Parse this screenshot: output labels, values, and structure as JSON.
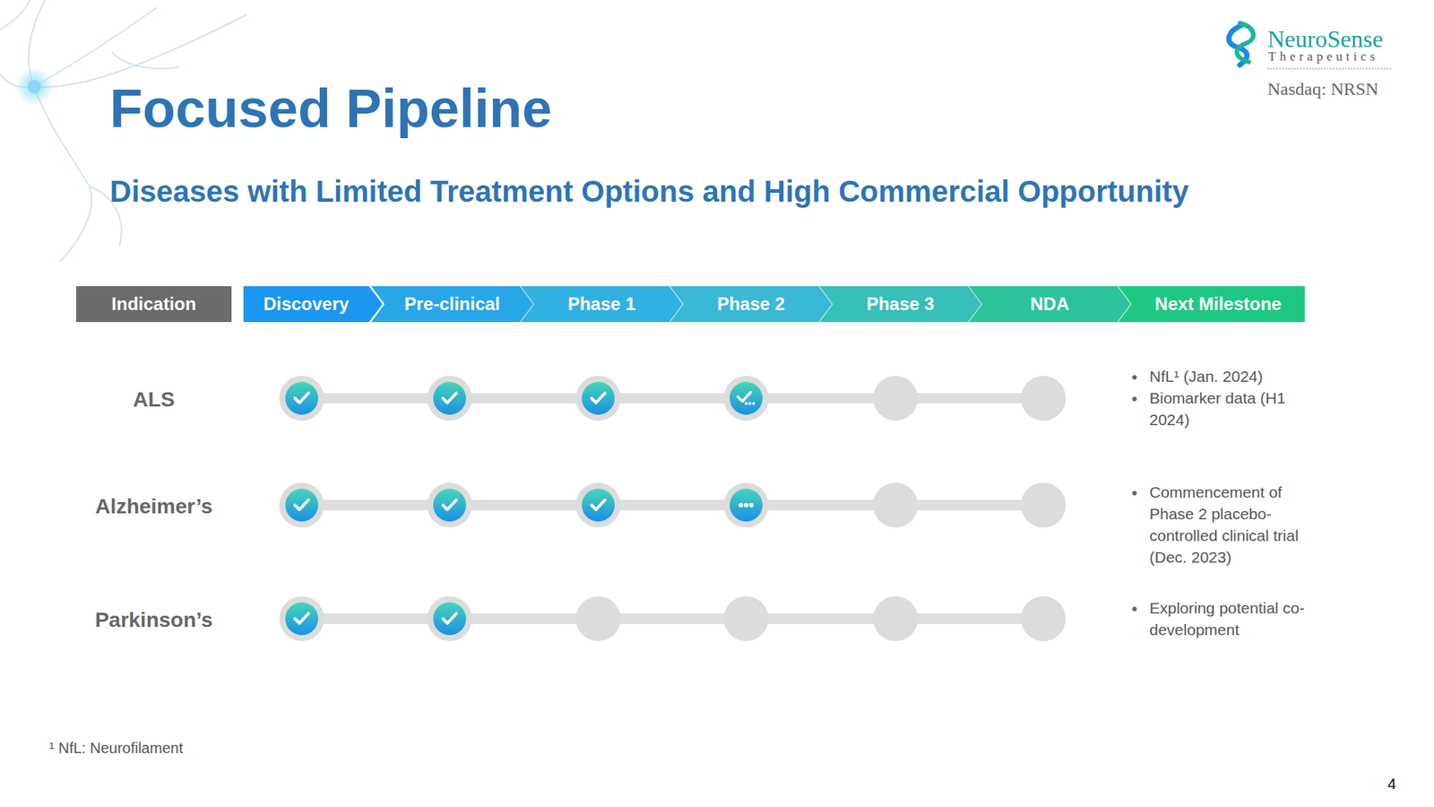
{
  "diagram": {
    "title": "Focused Pipeline",
    "nodes": [
      {
        "text": [
          "Indication"
        ]
      },
      {
        "text": [
          "Discovery"
        ]
      },
      {
        "text": [
          "Pre-clinical"
        ]
      },
      {
        "text": [
          "Phase 1"
        ]
      },
      {
        "text": [
          "Phase 2"
        ]
      },
      {
        "text": [
          "Phase 3"
        ]
      },
      {
        "text": [
          "NDA"
        ]
      },
      {
        "text": [
          "Next Milestone"
        ]
      }
    ],
    "labels": [
      "Diseases with Limited Treatment Options and High Commercial Opportunity",
      "ALS",
      "Alzheimer’s",
      "Parkinson’s",
      "NfL¹ (Jan. 2024)",
      "Biomarker data (H1 2024)",
      "Commencement of Phase 2 placebo-controlled clinical trial (Dec. 2023)",
      "Exploring potential co-development",
      "¹ NfL: Neurofilament",
      "NeuroSense",
      "Therapeutics",
      "Nasdaq: NRSN",
      "4"
    ]
  }
}
